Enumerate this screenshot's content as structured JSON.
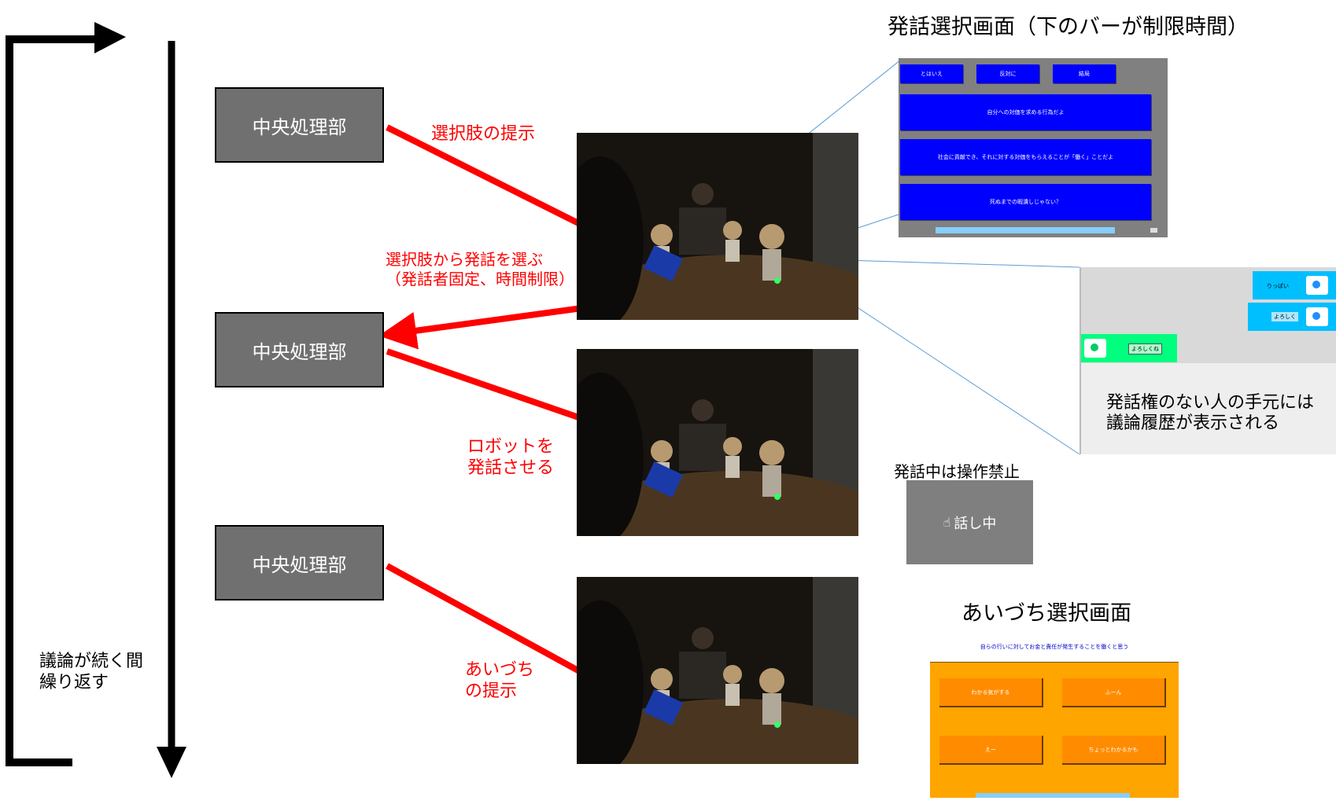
{
  "loop": {
    "label_line1": "議論が続く間",
    "label_line2": "繰り返す"
  },
  "process_boxes": [
    "中央処理部",
    "中央処理部",
    "中央処理部"
  ],
  "arrow_labels": {
    "present_options": "選択肢の提示",
    "select_line1": "選択肢から発話を選ぶ",
    "select_line2": "（発話者固定、時間制限）",
    "robot_line1": "ロボットを",
    "robot_line2": "発話させる",
    "aizuchi_line1": "あいづち",
    "aizuchi_line2": "の提示"
  },
  "utterance_screen": {
    "title": "発話選択画面（下のバーが制限時間）",
    "top_buttons": [
      "とはいえ",
      "反対に",
      "結局"
    ],
    "options": [
      "自分への対価を求める行為だよ",
      "社会に貢献でき、それに対する対価をもらえることが「働く」ことだよ",
      "死ぬまでの暇潰しじゃない？"
    ],
    "colors": {
      "button": "#0000ff",
      "bg": "#808080",
      "bar": "#87cefa"
    }
  },
  "history_panel": {
    "bubbles": [
      "りっぱい",
      "よろしく",
      "よろしくね"
    ],
    "text_line1": "発話権のない人の手元には",
    "text_line2": "議論履歴が表示される",
    "colors": {
      "cyan": "#00bfff",
      "green": "#00ff7f"
    }
  },
  "busy_panel": {
    "caption": "発話中は操作禁止",
    "button_label": "話し中"
  },
  "aizuchi_screen": {
    "title": "あいづち選択画面",
    "prompt": "自らの行いに対してお金と責任が発生することを働くと思う",
    "options": [
      "わかる気がする",
      "ふーん",
      "えー",
      "ちょっとわかるかも"
    ],
    "colors": {
      "bg": "#ffa500",
      "button": "#ff8c00"
    }
  }
}
